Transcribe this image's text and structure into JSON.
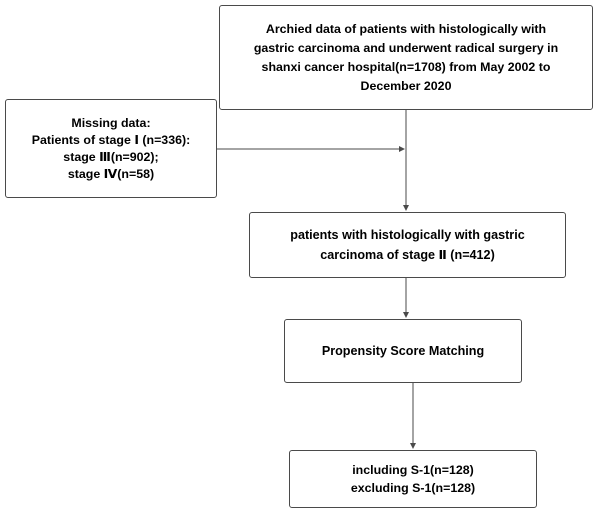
{
  "flowchart": {
    "archived_box": {
      "lines": [
        "Archied data of patients with histologically with",
        "gastric carcinoma and underwent radical surgery in",
        "shanxi cancer hospital(n=1708) from May 2002 to",
        "December 2020"
      ]
    },
    "missing_box": {
      "lines": [
        "Missing data:",
        "Patients of stage Ⅰ (n=336):",
        "stage Ⅲ(n=902);",
        "stage Ⅳ(n=58)"
      ]
    },
    "stage2_box": {
      "lines": [
        "patients with histologically with gastric",
        "carcinoma of stage Ⅱ (n=412)"
      ]
    },
    "psm_box": {
      "lines": [
        "Propensity Score Matching"
      ]
    },
    "s1_box": {
      "lines": [
        "including S-1(n=128)",
        "excluding S-1(n=128)"
      ]
    },
    "line_color": "#4a4a4a",
    "border_color": "#4a4a4a"
  }
}
